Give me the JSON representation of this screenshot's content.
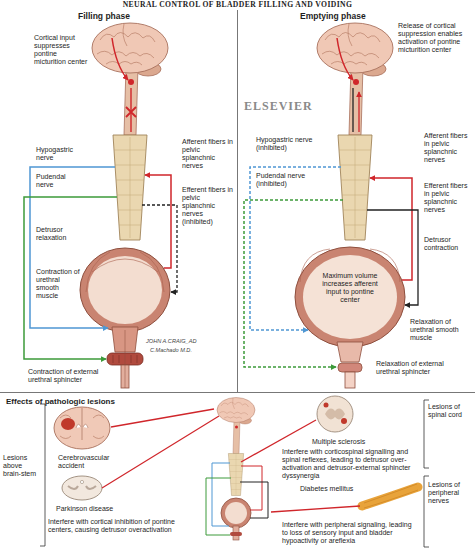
{
  "diagram": {
    "title": "NEURAL CONTROL OF BLADDER FILLING AND VOIDING",
    "nodes": [
      {
        "text": [
          "Filling phase",
          "Cortical input suppresses pontine micturition center",
          "Hypogastric nerve",
          "Afferent fibers in pelvic splanchnic nerves",
          "Pudendal nerve",
          "Efferent fibers in pelvic splanchnic nerves (inhibited)",
          "Detrusor relaxation",
          "Contraction of urethral smooth muscle",
          "Contraction of external urethral sphincter"
        ]
      },
      {
        "text": [
          "Emptying phase",
          "Release of cortical suppression enables activation of pontine micturition center",
          "Hypogastric nerve (inhibited)",
          "Afferent fibers in pelvic splanchnic nerves",
          "Pudendal nerve (inhibited)",
          "Efferent fibers in pelvic splanchnic nerves",
          "Maximum volume increases afferent input to pontine center",
          "Detrusor contraction",
          "Relaxation of urethral smooth muscle",
          "Relaxation of external urethral sphincter"
        ]
      },
      {
        "text": [
          "Effects of pathologic lesions",
          "Lesions above brain-stem",
          "Cerebrovascular accident",
          "Parkinson disease",
          "Interfere with cortical inhibition of pontine centers, causing detrusor overactivation",
          "Multiple sclerosis",
          "Lesions of spinal cord",
          "Interfere with corticospinal signalling and spinal reflexes, leading to detrusor over-activation and detrusor-external sphincter dyssynergia",
          "Diabetes mellitus",
          "Lesions of peripheral nerves",
          "Interfere with peripheral signaling, leading to loss of sensory input and bladder hypoactivity or areflexia"
        ]
      }
    ],
    "labels": [
      "ELSEVIER",
      "JOHN A.CRAIG_AD",
      "C.Machado M.D."
    ]
  }
}
